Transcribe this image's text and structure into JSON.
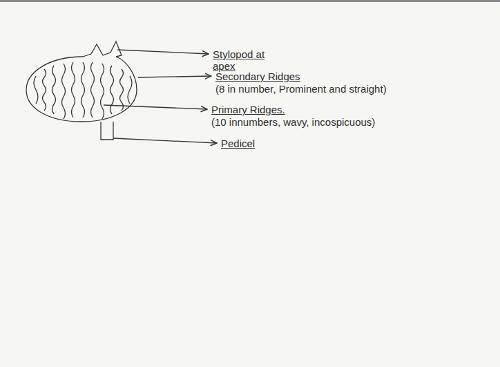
{
  "diagram": {
    "labels": [
      "Stylopod at apex",
      "Secondary Ridges",
      "(8 in number, Prominent and straight)",
      "Primary Ridges.",
      "(10 innumbers, wavy, incospicuous)",
      "Pedicel"
    ]
  }
}
